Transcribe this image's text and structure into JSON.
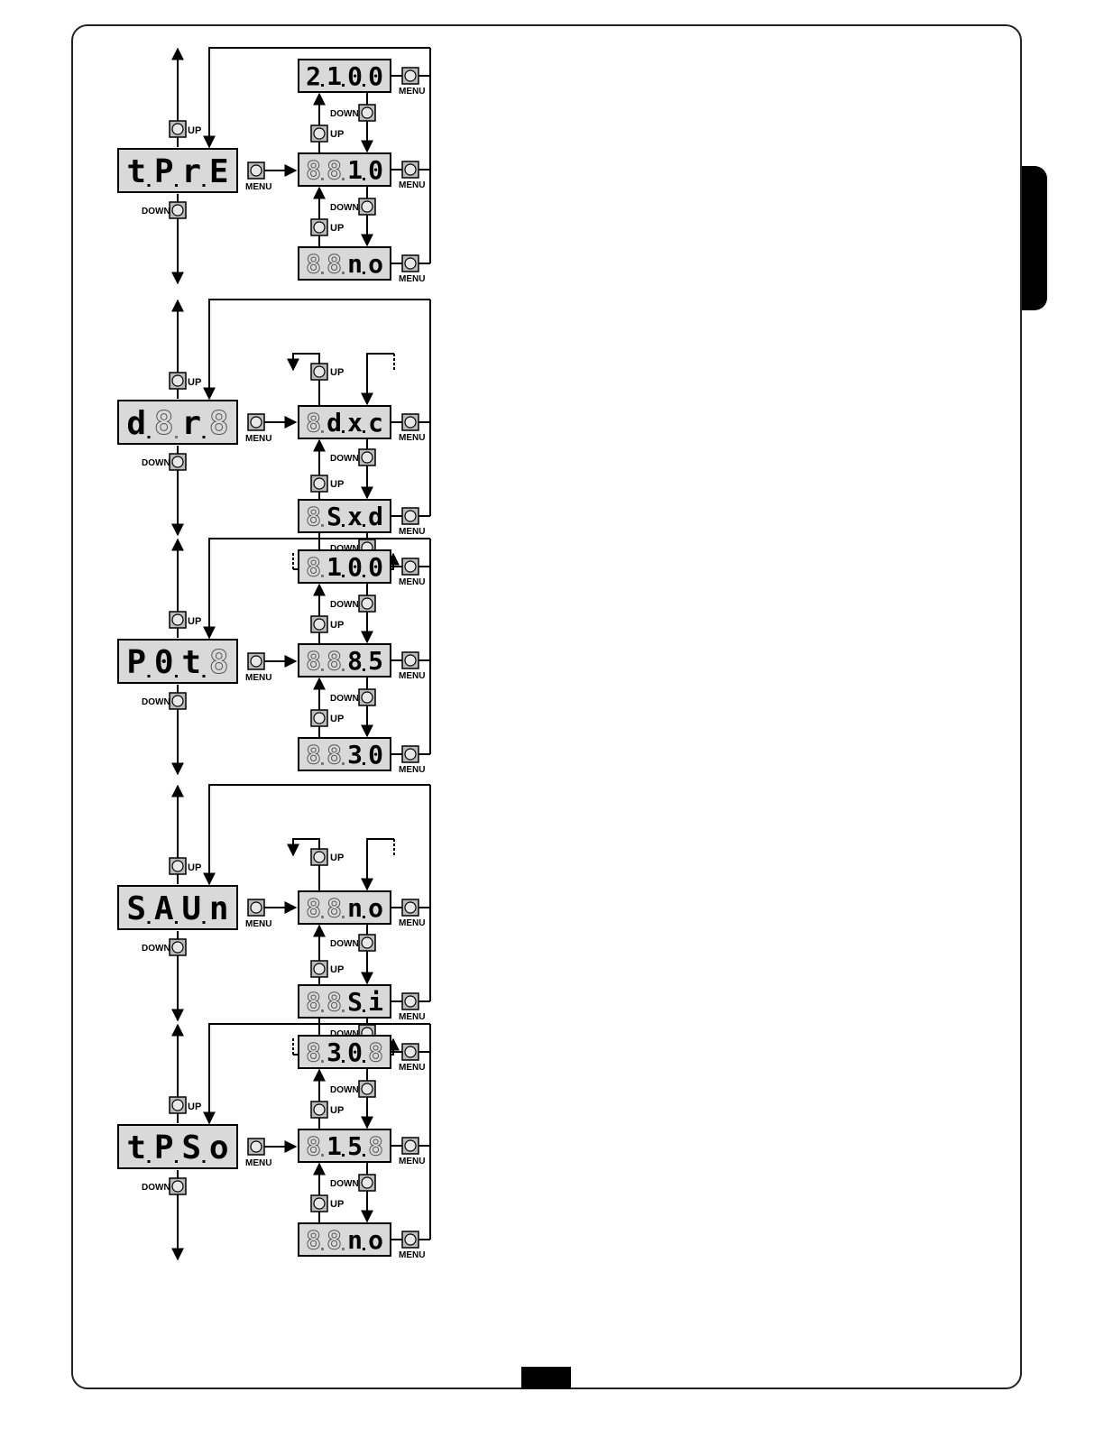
{
  "buttons": {
    "up": "UP",
    "down": "DOWN",
    "menu": "MENU"
  },
  "placeholder_digit": "8",
  "blocks": [
    {
      "id": "tPrE",
      "main": [
        "t",
        "P",
        "r",
        "E"
      ],
      "options": [
        [
          "2",
          "1",
          "0",
          "0"
        ],
        [
          "",
          "",
          "1",
          "0"
        ],
        [
          "",
          "",
          "n",
          "o"
        ]
      ],
      "option_style": "value"
    },
    {
      "id": "dir",
      "main": [
        "d",
        "",
        "r",
        ""
      ],
      "options": [
        [
          "",
          "d",
          "x",
          "c"
        ],
        [
          "",
          "S",
          "x",
          "d"
        ]
      ],
      "option_style": "cycle"
    },
    {
      "id": "POt",
      "main": [
        "P",
        "0",
        "t",
        ""
      ],
      "options": [
        [
          "",
          "1",
          "0",
          "0"
        ],
        [
          "",
          "",
          "8",
          "5"
        ],
        [
          "",
          "",
          "3",
          "0"
        ]
      ],
      "option_style": "value"
    },
    {
      "id": "SAUn",
      "main": [
        "S",
        "A",
        "U",
        "n"
      ],
      "options": [
        [
          "",
          "",
          "n",
          "o"
        ],
        [
          "",
          "",
          "S",
          "i"
        ]
      ],
      "option_style": "cycle"
    },
    {
      "id": "tPSo",
      "main": [
        "t",
        "P",
        "S",
        "o"
      ],
      "options": [
        [
          "",
          "3",
          "0",
          ""
        ],
        [
          "",
          "1",
          "5",
          ""
        ],
        [
          "",
          "",
          "n",
          "o"
        ]
      ],
      "option_style": "value"
    }
  ]
}
